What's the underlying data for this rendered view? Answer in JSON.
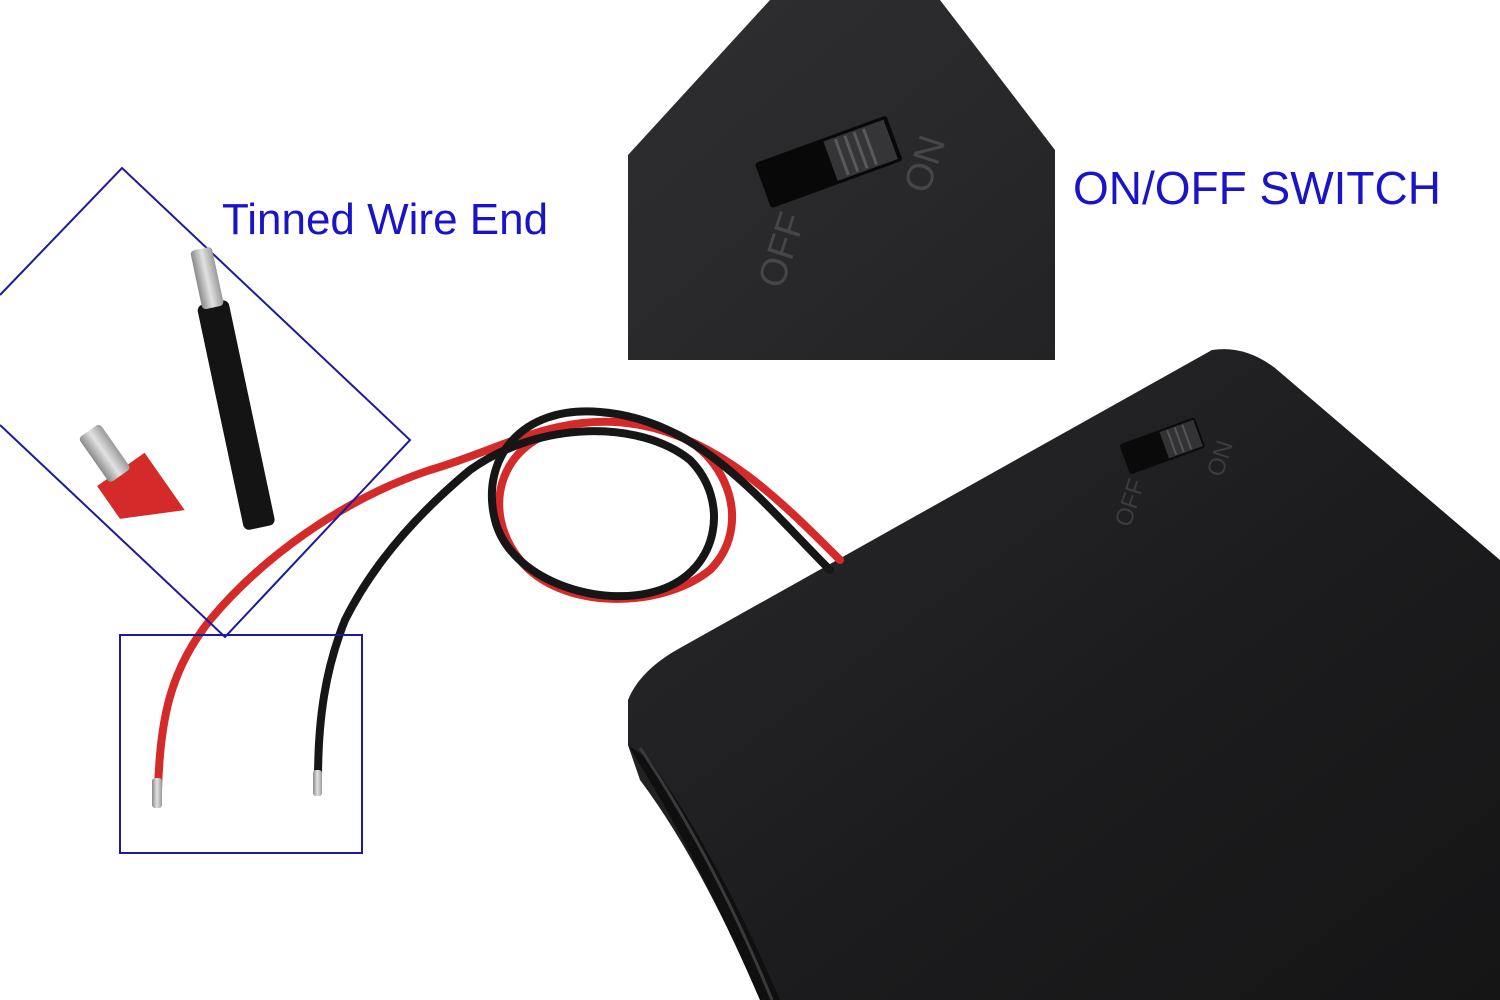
{
  "callouts": {
    "tinned_wire_end": "Tinned Wire End",
    "on_off_switch": "ON/OFF SWITCH"
  },
  "switch_markings": {
    "off": "OFF",
    "on": "ON"
  },
  "colors": {
    "callout_text": "#1a14c8",
    "callout_frame": "#1e1a9c",
    "holder_body": "#1c1c1e",
    "red_wire": "#d42a2a",
    "black_wire": "#161616",
    "tinned_tip": "#b9b9b9",
    "background": "#ffffff"
  },
  "icons": {
    "battery_holder": "battery-holder-icon",
    "switch": "slide-switch-icon",
    "wires": "wire-leads-icon"
  }
}
